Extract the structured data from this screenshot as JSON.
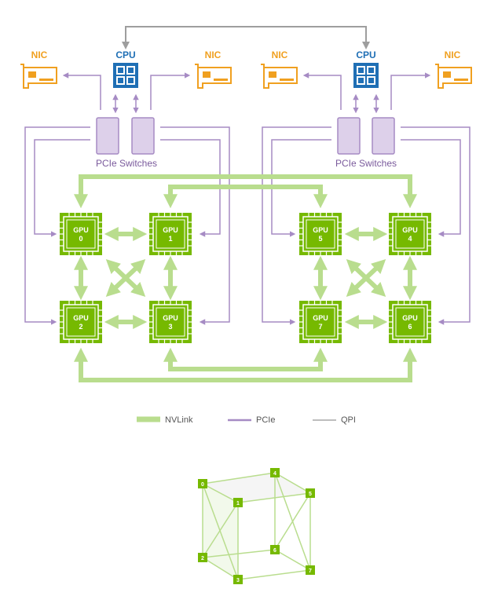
{
  "colors": {
    "nvlink": "#b9dd8e",
    "pcie": "#a68bc4",
    "qpi": "#9e9e9e",
    "gpu": "#76b900",
    "cpu": "#1f6fb5",
    "nic": "#f0a020",
    "switch_fill": "#ddd0ea"
  },
  "labels": {
    "cpu_left": "CPU",
    "cpu_right": "CPU",
    "nic_1": "NIC",
    "nic_2": "NIC",
    "nic_3": "NIC",
    "nic_4": "NIC",
    "switches_left": "PCIe Switches",
    "switches_right": "PCIe Switches"
  },
  "gpu_prefix": "GPU",
  "gpus": [
    "0",
    "1",
    "2",
    "3",
    "5",
    "4",
    "7",
    "6"
  ],
  "legend": [
    {
      "label": "NVLink"
    },
    {
      "label": "PCIe"
    },
    {
      "label": "QPI"
    }
  ],
  "cube_nodes": [
    "0",
    "1",
    "2",
    "3",
    "4",
    "5",
    "6",
    "7"
  ]
}
